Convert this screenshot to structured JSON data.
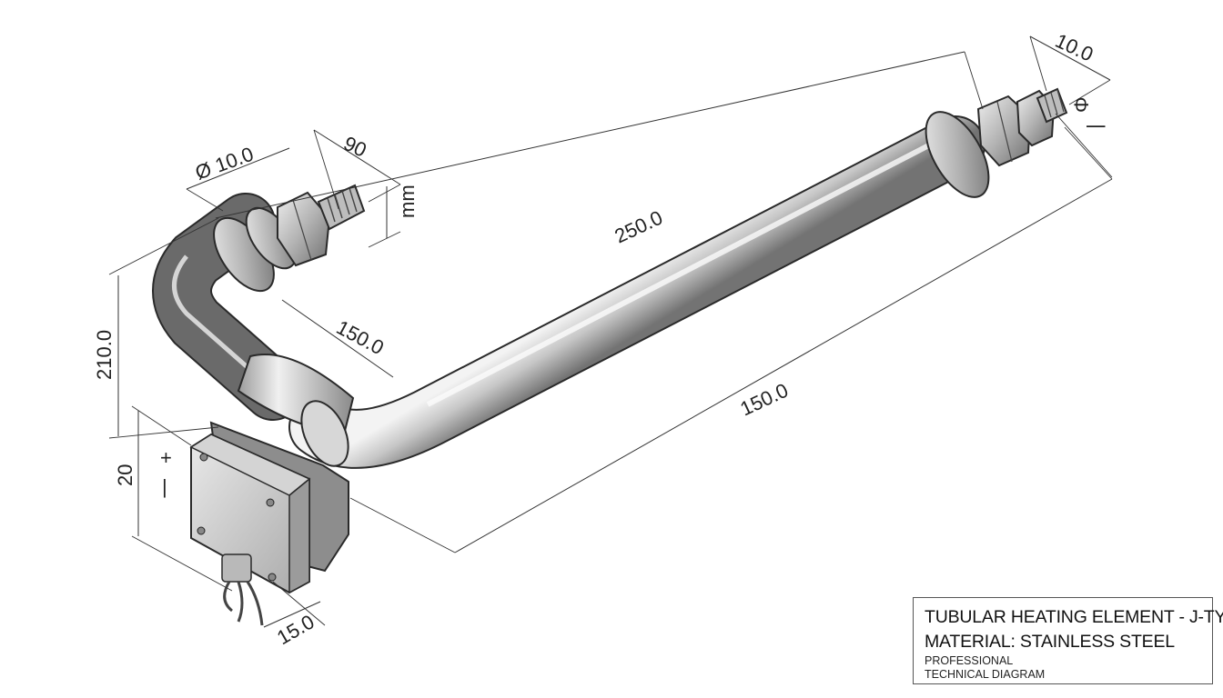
{
  "dimensions": {
    "dia_left": "Ø 10.0",
    "thread_left": "90",
    "unit": "mm",
    "height_total": "210.0",
    "inner_leg": "150.0",
    "main_length": "250.0",
    "overall_bottom": "150.0",
    "dim_right_top": "10.0",
    "right_symbol": "Φ",
    "right_bar": "|",
    "box_height": "20",
    "box_plus": "+",
    "box_bar": "|",
    "box_depth": "15.0"
  },
  "title_block": {
    "line1": "TUBULAR HEATING ELEMENT - J-TYPE",
    "line2": "MATERIAL: STAINLESS STEEL",
    "line3": "PROFESSIONAL",
    "line4": "TECHNICAL DIAGRAM"
  },
  "colors": {
    "steel_light": "#f4f4f4",
    "steel_mid": "#b9b9b9",
    "steel_dark": "#6d6d6d",
    "outline": "#2a2a2a"
  }
}
